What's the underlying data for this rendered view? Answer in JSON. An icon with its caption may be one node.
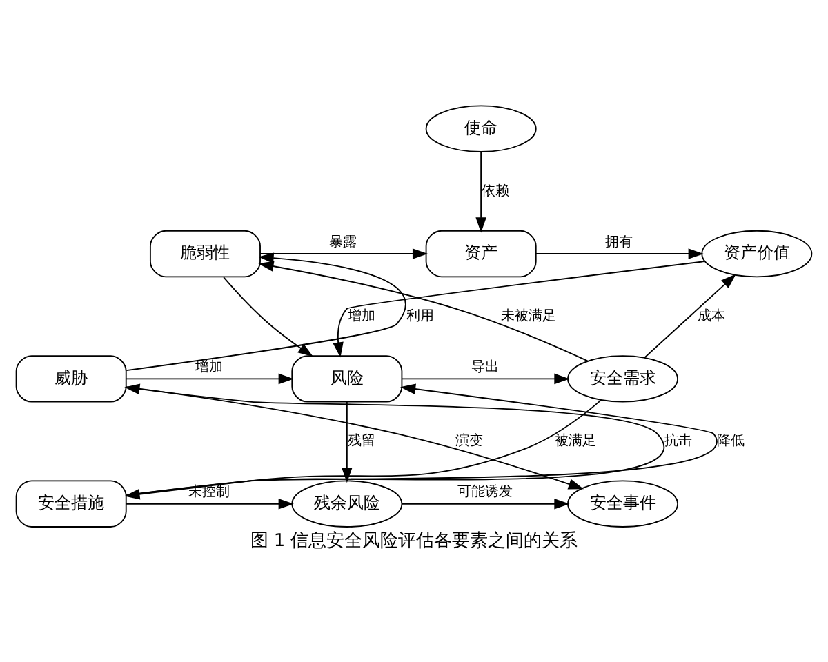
{
  "diagram": {
    "caption": "图 1 信息安全风险评估各要素之间的关系",
    "nodes": [
      {
        "text": [
          "使命"
        ]
      },
      {
        "text": [
          "脆弱性"
        ]
      },
      {
        "text": [
          "资产"
        ]
      },
      {
        "text": [
          "资产价值"
        ]
      },
      {
        "text": [
          "威胁"
        ]
      },
      {
        "text": [
          "风险"
        ]
      },
      {
        "text": [
          "安全需求"
        ]
      },
      {
        "text": [
          "安全事件"
        ]
      },
      {
        "text": [
          "残余风险"
        ]
      },
      {
        "text": [
          "安全措施"
        ]
      }
    ],
    "edges": [
      {
        "from": 0,
        "to": 2,
        "arrow": "to",
        "label": "依赖"
      },
      {
        "from": 1,
        "to": 2,
        "arrow": "to",
        "label": "暴露"
      },
      {
        "from": 2,
        "to": 3,
        "arrow": "to",
        "label": "拥有"
      },
      {
        "from": 6,
        "to": 1,
        "arrow": "to",
        "label": "未被满足"
      },
      {
        "from": 3,
        "to": 5,
        "arrow": "to",
        "label": "增加"
      },
      {
        "from": 4,
        "to": 1,
        "arrow": "to",
        "label": "利用"
      },
      {
        "from": 1,
        "to": 5,
        "arrow": "to"
      },
      {
        "from": 4,
        "to": 5,
        "arrow": "to",
        "label": "增加"
      },
      {
        "from": 5,
        "to": 6,
        "arrow": "to",
        "label": "导出"
      },
      {
        "from": 6,
        "to": 3,
        "arrow": "to",
        "label": "成本"
      },
      {
        "from": 6,
        "to": 9,
        "arrow": "to",
        "label": "被满足"
      },
      {
        "from": 9,
        "to": 4,
        "arrow": "to",
        "label": "抗击"
      },
      {
        "from": 9,
        "to": 5,
        "arrow": "to",
        "label": "降低"
      },
      {
        "from": 4,
        "to": 7,
        "arrow": "to",
        "label": "演变"
      },
      {
        "from": 5,
        "to": 8,
        "arrow": "to",
        "label": "残留"
      },
      {
        "from": 9,
        "to": 8,
        "arrow": "to",
        "label": "未控制"
      },
      {
        "from": 8,
        "to": 7,
        "arrow": "to",
        "label": "可能诱发"
      }
    ]
  }
}
